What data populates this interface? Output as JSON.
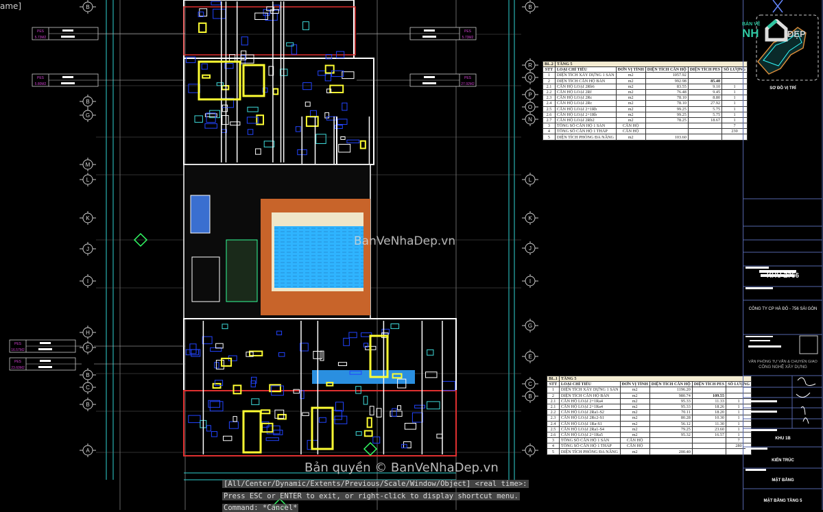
{
  "viewport": {
    "view_label": "ame]"
  },
  "grid_bubbles": {
    "left": [
      "B",
      "M",
      "L",
      "K",
      "J",
      "I",
      "H",
      "F",
      "B",
      "C",
      "B",
      "A",
      "G"
    ],
    "right": [
      "R",
      "Q",
      "P",
      "O",
      "N",
      "L",
      "K",
      "J",
      "I",
      "G",
      "E",
      "C",
      "B",
      "A"
    ],
    "top": [
      "B",
      "B"
    ]
  },
  "room_tags": [
    {
      "name": "PES",
      "area": "5.73M2"
    },
    {
      "name": "PES",
      "area": "5.80M2"
    },
    {
      "name": "PES",
      "area": "5.73M2"
    },
    {
      "name": "PES",
      "area": "27.92M2"
    },
    {
      "name": "PES",
      "area": "16.57M2"
    },
    {
      "name": "PES",
      "area": "23.60M2"
    }
  ],
  "table_top": {
    "block": "BL.2",
    "floor": "TẦNG 5",
    "headers": [
      "STT",
      "LOẠI CHỈ TIÊU",
      "ĐƠN VỊ TÍNH",
      "DIỆN TÍCH CĂN HỘ",
      "DIỆN TÍCH PES",
      "SỐ LƯỢNG"
    ],
    "rows": [
      [
        "1",
        "DIỆN TÍCH XÂY DỰNG 1 SÀN",
        "m2",
        "1057.92",
        "",
        ""
      ],
      [
        "2",
        "DIỆN TÍCH CĂN HỘ BÁN",
        "m2",
        "992.98",
        "85.40",
        ""
      ],
      [
        "2.1",
        "CĂN HỘ LOẠI  2Rb6",
        "m2",
        "83.55",
        "9.10",
        "1"
      ],
      [
        "2.2",
        "CĂN HỘ LOẠI  2Rf",
        "m2",
        "76.48",
        "9.45",
        "1"
      ],
      [
        "2.3",
        "CĂN HỘ LOẠI  2Rc",
        "m2",
        "78.10",
        "8.80",
        "1"
      ],
      [
        "2.4",
        "CĂN HỘ LOẠI  2Rc",
        "m2",
        "78.10",
        "27.92",
        "1"
      ],
      [
        "2.5",
        "CĂN HỘ LOẠI  2+1Rb",
        "m2",
        "99.25",
        "5.75",
        "1"
      ],
      [
        "2.6",
        "CĂN HỘ LOẠI  2+1Rb",
        "m2",
        "99.25",
        "5.75",
        "1"
      ],
      [
        "2.7",
        "CĂN HỘ LOẠI  2Rb2",
        "m2",
        "78.25",
        "18.67",
        "1"
      ],
      [
        "3",
        "TỔNG SỐ CĂN HỘ 1 SÀN",
        "CĂN HỘ",
        "",
        "",
        "7"
      ],
      [
        "4",
        "TỔNG SỐ CĂN HỘ 1 THÁP",
        "CĂN HỘ",
        "",
        "",
        "230"
      ],
      [
        "5",
        "DIỆN TÍCH PHÒNG ĐA NĂNG",
        "m2",
        "103.60",
        "",
        ""
      ]
    ]
  },
  "table_bottom": {
    "block": "BL.1",
    "floor": "TẦNG 5",
    "headers": [
      "STT",
      "LOẠI CHỈ TIÊU",
      "ĐƠN VỊ TÍNH",
      "DIỆN TÍCH CĂN HỘ",
      "DIỆN TÍCH PES",
      "SỐ LƯỢNG"
    ],
    "rows": [
      [
        "1",
        "DIỆN TÍCH XÂY DỰNG 1 SÀN",
        "m2",
        "1196.20",
        "",
        ""
      ],
      [
        "2",
        "DIỆN TÍCH CĂN HỘ BÁN",
        "m2",
        "980.74",
        "109.55",
        ""
      ],
      [
        "2.1",
        "CĂN HỘ LOẠI  2+1Ra4",
        "m2",
        "95.33",
        "11.33",
        "1"
      ],
      [
        "2.1",
        "CĂN HỘ LOẠI  2+1Ra4",
        "m2",
        "95.33",
        "18.26",
        "1"
      ],
      [
        "2.2",
        "CĂN HỘ LOẠI  2Ra1-S2",
        "m2",
        "70.11",
        "18.20",
        "1"
      ],
      [
        "2.3",
        "CĂN HỘ LOẠI  2Rc2-S1",
        "m2",
        "80.28",
        "10.30",
        "1"
      ],
      [
        "2.4",
        "CĂN HỘ LOẠI  1Ra-S1",
        "m2",
        "56.12",
        "11.30",
        "1"
      ],
      [
        "2.5",
        "CĂN HỘ LOẠI  2Ra1-S4",
        "m2",
        "79.25",
        "23.60",
        "1"
      ],
      [
        "2.6",
        "CĂN HỘ LOẠI  2+1Ra5",
        "m2",
        "95.32",
        "16.57",
        "1"
      ],
      [
        "3",
        "TỔNG SỐ CĂN HỘ 1 SÀN",
        "CĂN HỘ",
        "",
        "",
        "7"
      ],
      [
        "4",
        "TỔNG SỐ CĂN HỘ 1 THÁP",
        "CĂN HỘ",
        "",
        "",
        "280"
      ],
      [
        "5",
        "DIỆN TÍCH PHÒNG ĐA NĂNG",
        "m2",
        "200.40",
        "",
        ""
      ]
    ]
  },
  "title_block": {
    "logo_text_top": "BẢN VẼ",
    "logo_text_main": "NH",
    "logo_text_tail": "ĐẸP",
    "location_map_label": "SƠ ĐỒ VỊ TRÍ",
    "project": "KHU Z756",
    "client": "CÔNG TY CP HÀ ĐÔ - 756 SÀI GÒN",
    "consultant_line1": "VĂN PHÒNG TƯ VẤN & CHUYỂN GIAO",
    "consultant_line2": "CÔNG NGHỆ XÂY DỰNG",
    "zone": "KHU 1B",
    "discipline": "KIẾN TRÚC",
    "drawing_type": "MẶT BẰNG",
    "drawing_title": "MẶT BẰNG TẦNG 5"
  },
  "command_line": {
    "line1": "[All/Center/Dynamic/Extents/Previous/Scale/Window/Object] <real time>:",
    "line2": "Press ESC or ENTER to exit, or right-click to display shortcut menu.",
    "line3": "Command: *Cancel*"
  },
  "watermarks": {
    "center": "BanVeNhaDep.vn",
    "bottom": "Bản quyền © BanVeNhaDep.vn"
  },
  "colors": {
    "background": "#000000",
    "grid_line": "#2fd4d4",
    "wall": "#ffffff",
    "window": "#ffff33",
    "furniture": "#2244ff",
    "pool": "#2fb4ff",
    "deck": "#c8642a",
    "tag": "#d040d0"
  }
}
